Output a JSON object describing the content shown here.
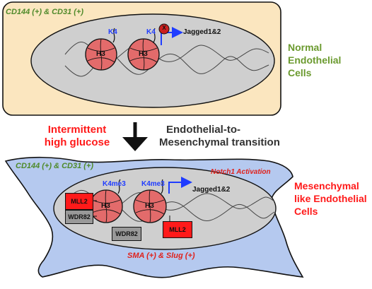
{
  "top_cell": {
    "markers": "CD144 (+) & CD31 (+)",
    "h3_left": "H3",
    "h3_right": "H3",
    "k4_left": "K4",
    "k4_right": "K4",
    "block_mark": "X",
    "gene": "Jagged1&2",
    "cell_type_line1": "Normal",
    "cell_type_line2": "Endothelial",
    "cell_type_line3": "Cells"
  },
  "transition": {
    "trigger_line1": "Intermittent",
    "trigger_line2": "high glucose",
    "process_line1": "Endothelial-to-",
    "process_line2": "Mesenchymal transition"
  },
  "bottom_cell": {
    "markers": "CD144 (+) & CD31 (+)",
    "notch": "Notch1 Activation",
    "k4me3_left": "K4me3",
    "k4me3_right": "K4me3",
    "h3_left": "H3",
    "h3_right": "H3",
    "gene": "Jagged1&2",
    "mll2_left": "MLL2",
    "mll2_right": "MLL2",
    "wdr82_left": "WDR82",
    "wdr82_bottom": "WDR82",
    "sma_slug": "SMA (+) & Slug (+)",
    "cell_type_line1": "Mesenchymal",
    "cell_type_line2": "like Endothelial",
    "cell_type_line3": "Cells"
  },
  "colors": {
    "top_cell_fill": "#fbe6bf",
    "nucleus_fill": "#cfcfcf",
    "histone_fill": "#e36b6b",
    "mesenchymal_fill": "#b5c9ef",
    "mll2_red": "#ff1a1a",
    "wdr82_grey": "#999999",
    "label_green": "#6b9a2f",
    "label_red": "#ff1a1a",
    "mark_blue": "#1f3cff"
  }
}
